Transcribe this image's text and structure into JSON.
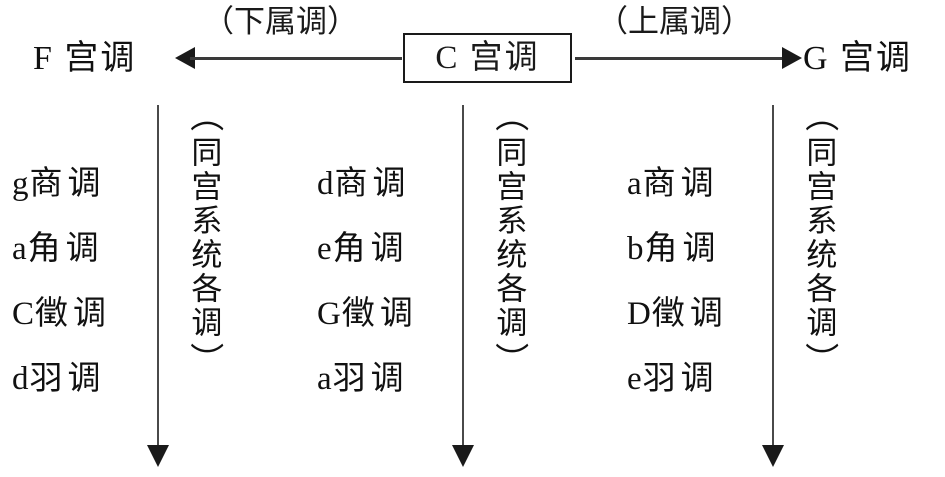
{
  "diagram": {
    "title_center_boxed": "C 宫调",
    "left_key": "F 宫调",
    "right_key": "G 宫调",
    "left_relation": "（下属调）",
    "right_relation": "（上属调）",
    "group_caption": "同宫系统各调",
    "caption_paren_open": "（",
    "caption_paren_close": "）",
    "arrow_left_name": "left-arrow",
    "arrow_right_name": "right-arrow",
    "arrow_down_name": "down-arrow",
    "ink_color": "#1a1a1a",
    "background_color": "#ffffff"
  },
  "groups": [
    {
      "id": "f",
      "key": "F 宫调",
      "modes": [
        {
          "pitch": "g",
          "mode": "商",
          "diao": "调"
        },
        {
          "pitch": "a",
          "mode": "角",
          "diao": "调"
        },
        {
          "pitch": "C",
          "mode": "徵",
          "diao": "调"
        },
        {
          "pitch": "d",
          "mode": "羽",
          "diao": "调"
        }
      ]
    },
    {
      "id": "c",
      "key": "C 宫调",
      "modes": [
        {
          "pitch": "d",
          "mode": "商",
          "diao": "调"
        },
        {
          "pitch": "e",
          "mode": "角",
          "diao": "调"
        },
        {
          "pitch": "G",
          "mode": "徵",
          "diao": "调"
        },
        {
          "pitch": "a",
          "mode": "羽",
          "diao": "调"
        }
      ]
    },
    {
      "id": "g",
      "key": "G 宫调",
      "modes": [
        {
          "pitch": "a",
          "mode": "商",
          "diao": "调"
        },
        {
          "pitch": "b",
          "mode": "角",
          "diao": "调"
        },
        {
          "pitch": "D",
          "mode": "徵",
          "diao": "调"
        },
        {
          "pitch": "e",
          "mode": "羽",
          "diao": "调"
        }
      ]
    }
  ]
}
